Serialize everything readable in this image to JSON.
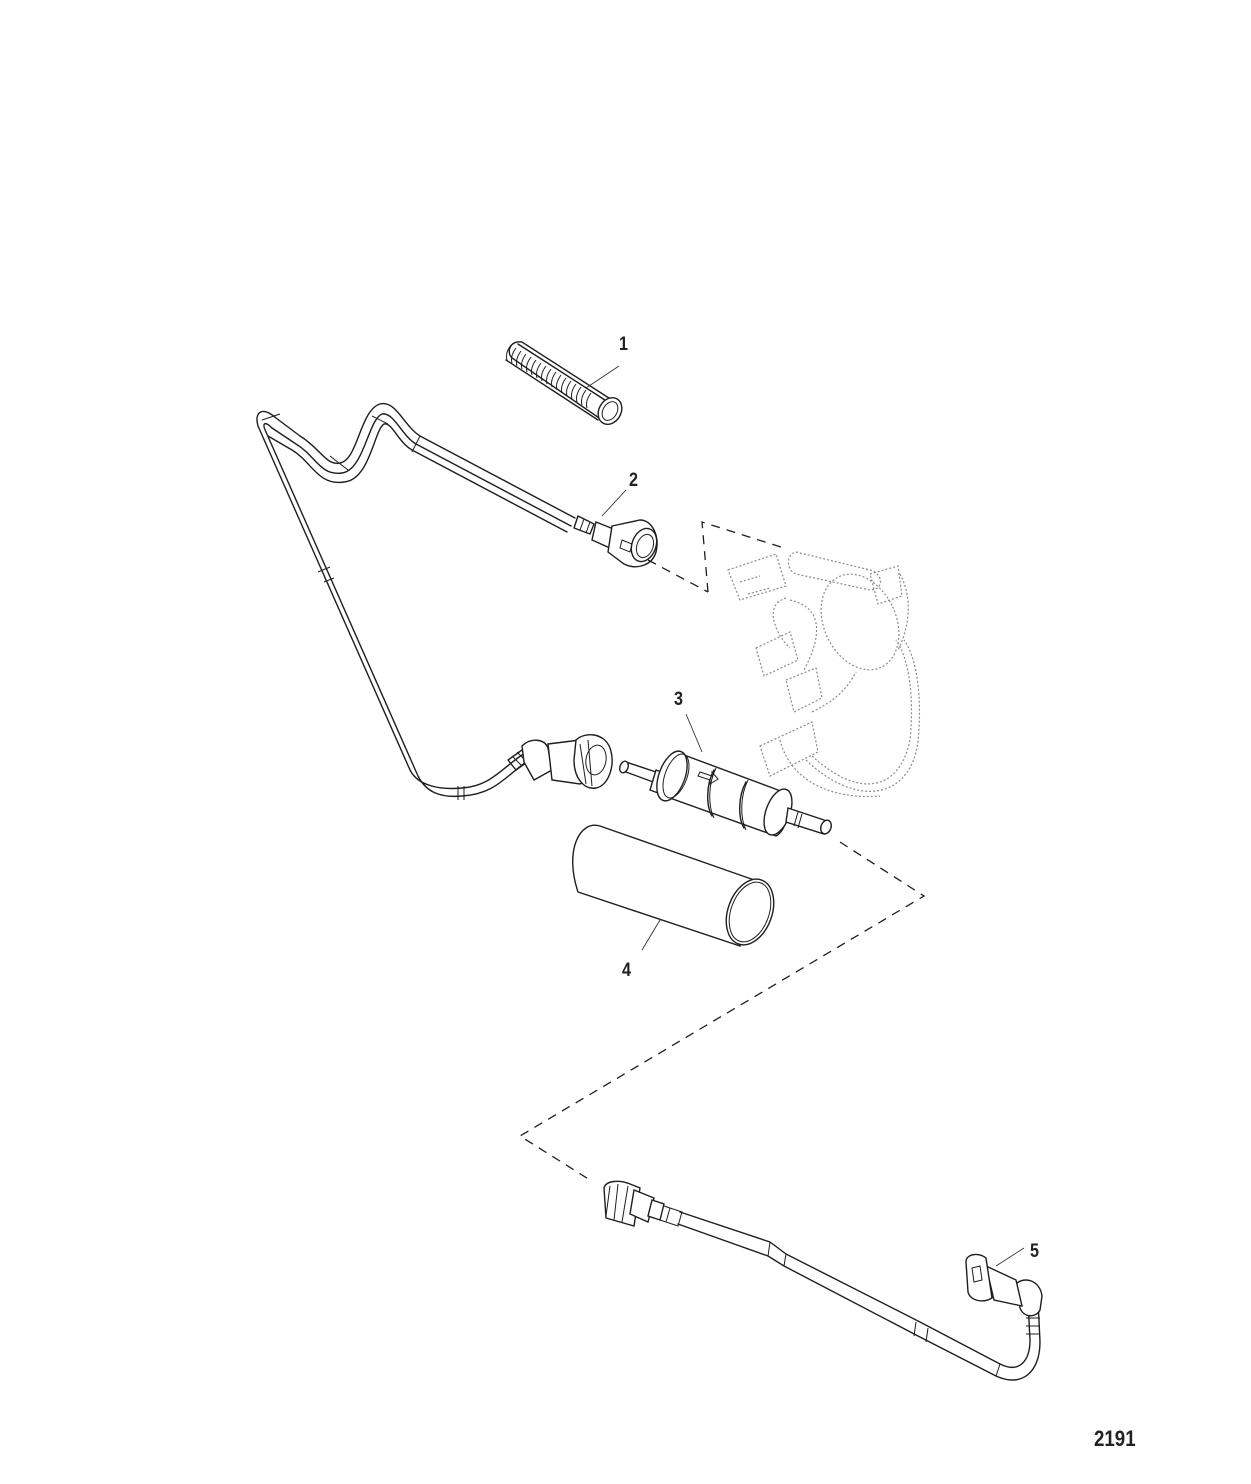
{
  "diagram": {
    "type": "exploded-parts-diagram",
    "figure_number": "2191",
    "colors": {
      "line": "#1e1e1e",
      "ghost_line": "#8a8a8a",
      "background": "#ffffff",
      "label": "#222222"
    },
    "parts": [
      {
        "callout": "1",
        "name": "corrugated-sleeve",
        "description": "Ribbed/corrugated protective sleeve"
      },
      {
        "callout": "2",
        "name": "fuel-line-with-quick-connectors",
        "description": "Bent fuel hose with quick-connect fittings at both ends"
      },
      {
        "callout": "3",
        "name": "fuel-filter",
        "description": "Inline cylindrical fuel filter with flow arrow"
      },
      {
        "callout": "4",
        "name": "filter-sleeve",
        "description": "Plain cylindrical sleeve"
      },
      {
        "callout": "5",
        "name": "fuel-line-with-elbow-connector",
        "description": "Fuel hose with straight connector and elbow connector"
      }
    ],
    "reference_component": {
      "name": "fuel-pump-assembly-reference",
      "style": "ghosted"
    }
  }
}
